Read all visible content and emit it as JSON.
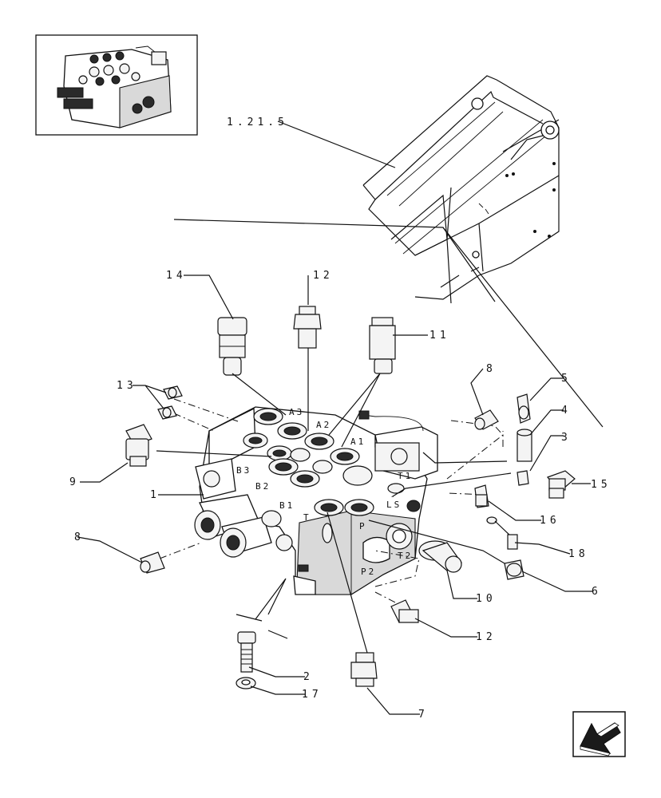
{
  "callouts": {
    "ref_1_21_5": "1.21.5",
    "c1": "1",
    "c2": "2",
    "c3": "3",
    "c4": "4",
    "c5": "5",
    "c6": "6",
    "c7": "7",
    "c8a": "8",
    "c8b": "8",
    "c9": "9",
    "c10": "10",
    "c11": "11",
    "c12a": "12",
    "c12b": "12",
    "c13": "13",
    "c14": "14",
    "c15": "15",
    "c16": "16",
    "c17": "17",
    "c18": "18"
  },
  "ports": {
    "A3": "A3",
    "A2": "A2",
    "A1": "A1",
    "B3": "B3",
    "B2": "B2",
    "B1": "B1",
    "T1": "T1",
    "T": "T",
    "P": "P",
    "LS": "LS",
    "T2": "T2",
    "P2": "P2"
  },
  "nav": {
    "icon": "arrow-back-icon"
  },
  "colors": {
    "ink": "#111111",
    "paper": "#ffffff",
    "fill": "#d9d9d9"
  }
}
